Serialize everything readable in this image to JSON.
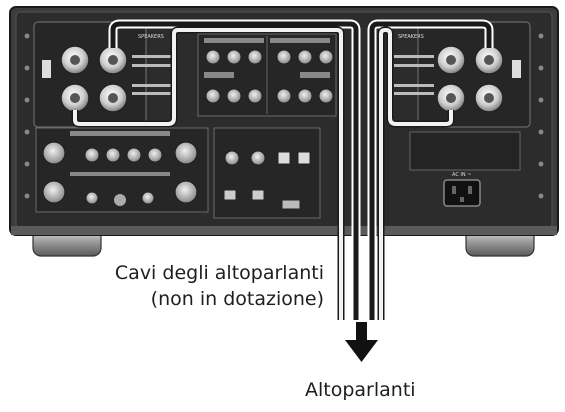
{
  "figure": {
    "cable_label_line1": "Cavi degli altoparlanti",
    "cable_label_line2": "(non in dotazione)",
    "destination_label": "Altoparlanti"
  },
  "panel_markings": {
    "speakers_left": "SPEAKERS",
    "speakers_right": "SPEAKERS",
    "ac_in": "AC IN ~"
  },
  "colors": {
    "chassis": "#3a3a3a",
    "panel": "#2b2b2b",
    "cable_light": "#f2f2f2",
    "cable_dark": "#1a1a1a",
    "arrow": "#111111"
  }
}
